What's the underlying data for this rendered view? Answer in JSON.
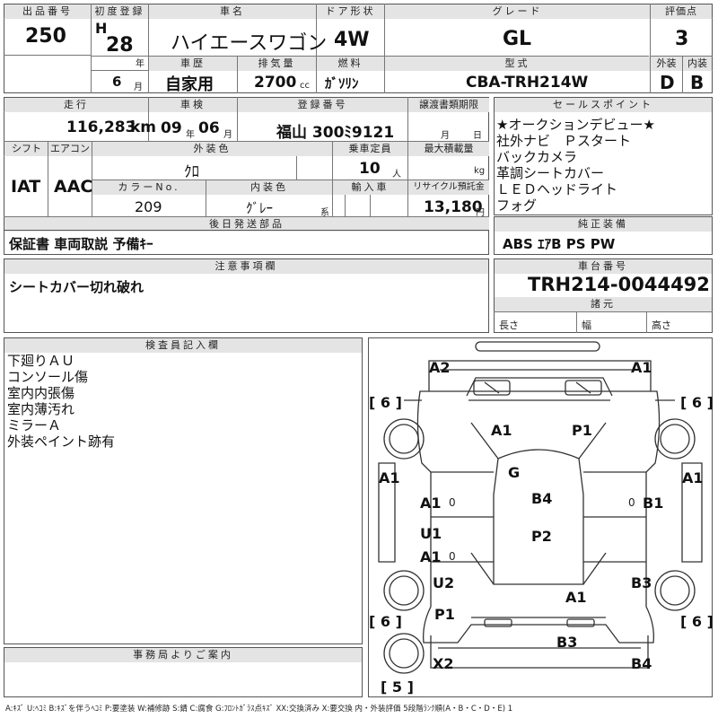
{
  "header": {
    "lot_label": "出品番号",
    "lot": "250",
    "reg_label": "初度登録",
    "era": "H",
    "year": "28",
    "year_unit": "年",
    "month": "6",
    "month_unit": "月",
    "name_label": "車名",
    "name": "ハイエースワゴン",
    "door_label": "ドア形状",
    "door": "4W",
    "grade_label": "グレード",
    "grade": "GL",
    "score_label": "評価点",
    "score": "3",
    "history_label": "車歴",
    "history": "自家用",
    "displacement_label": "排気量",
    "displacement": "2700",
    "displacement_unit": "cc",
    "fuel_label": "燃料",
    "fuel": "ｶﾞｿﾘﾝ",
    "model_label": "型式",
    "model": "CBA-TRH214W",
    "ext_label": "外装",
    "ext": "D",
    "int_label": "内装",
    "int": "B"
  },
  "row2": {
    "mileage_label": "走行",
    "mileage": "116,283",
    "mileage_unit": "km",
    "inspection_label": "車検",
    "insp_year": "09",
    "insp_year_unit": "年",
    "insp_month": "06",
    "insp_month_unit": "月",
    "plate_label": "登録番号",
    "plate": "福山 300ﾐ9121",
    "transfer_label": "譲渡書類期限",
    "transfer_month_unit": "月",
    "transfer_day_unit": "日",
    "shift_label": "シフト",
    "shift": "IAT",
    "ac_label": "エアコン",
    "ac": "AAC",
    "color_label": "外装色",
    "color": "ｸﾛ",
    "capacity_label": "乗車定員",
    "capacity": "10",
    "capacity_unit": "人",
    "load_label": "最大積載量",
    "load_unit": "kg",
    "colorno_label": "カラーNo.",
    "colorno": "209",
    "interior_label": "内装色",
    "interior": "ｸﾞﾚｰ",
    "interior_unit": "系",
    "import_label": "輸入車",
    "recycle_label": "リサイクル預託金",
    "recycle": "13,180",
    "recycle_unit": "円"
  },
  "sales_points": {
    "label": "セールスポイント",
    "items": [
      "★オークションデビュー★",
      "社外ナビ　Ｐスタート",
      "バックカメラ",
      "革調シートカバー",
      "ＬＥＤヘッドライト",
      "フォグ"
    ]
  },
  "later_parts": {
    "label": "後日発送部品",
    "text": "保証書 車両取説 予備ｷｰ"
  },
  "factory": {
    "label": "純正装備",
    "text": "ABS ｴｱB PS PW"
  },
  "notes": {
    "label": "注意事項欄",
    "text": "シートカバー切れ破れ"
  },
  "chassis": {
    "label": "車台番号",
    "number": "TRH214-0044492"
  },
  "specs": {
    "label": "諸元",
    "length": "長さ",
    "width": "幅",
    "height": "高さ"
  },
  "inspector": {
    "label": "検査員記入欄",
    "lines": [
      "下廻りＡＵ",
      "コンソール傷",
      "室内内張傷",
      "室内薄汚れ",
      "ミラーＡ",
      "外装ペイント跡有"
    ]
  },
  "office": {
    "label": "事務局よりご案内"
  },
  "diagram_marks": {
    "a2_tl": "A2",
    "a1_tr": "A1",
    "b6_tl": "[ 6 ]",
    "b6_tr": "[ 6 ]",
    "a1_hood_l": "A1",
    "p1_hood_r": "P1",
    "a1_left": "A1",
    "a1_right": "A1",
    "g": "G",
    "b4_roof": "B4",
    "a1_door_l": "A1",
    "b1_door_r": "B1",
    "u1": "U1",
    "p2": "P2",
    "a1_door_l2": "A1",
    "u2": "U2",
    "b3_right": "B3",
    "a1_lower": "A1",
    "p1_lower": "P1",
    "b6_bl": "[ 6 ]",
    "b6_br": "[ 6 ]",
    "b3_bottom": "B3",
    "x2": "X2",
    "b4_bottom": "B4",
    "b5": "[ 5 ]",
    "zero": "0"
  },
  "legend": "A:ｷｽﾞ U:ﾍｺﾐ B:ｷｽﾞを伴うﾍｺﾐ P:要塗装 W:補修跡 S:錆 C:腐食 G:ﾌﾛﾝﾄｶﾞﾗｽ点ｷｽﾞ XX:交換済み X:要交換 内・外装評価 5段階ﾗﾝｸ順(A・B・C・D・E) 1"
}
